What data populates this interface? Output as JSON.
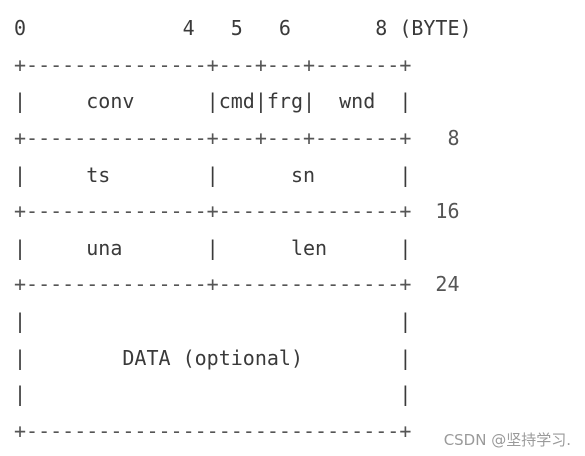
{
  "diagram": {
    "lines": [
      "0             4   5   6       8 (BYTE)",
      "+---------------+---+---+-------+",
      "|     conv      |cmd|frg|  wnd  |",
      "+---------------+---+---+-------+   8",
      "|     ts        |      sn       |",
      "+---------------+---------------+  16",
      "|     una       |      len      |",
      "+---------------+---------------+  24",
      "|                               |",
      "|        DATA (optional)        |",
      "|                               |",
      "+-------------------------------+"
    ]
  },
  "watermark": "CSDN @坚持学习."
}
